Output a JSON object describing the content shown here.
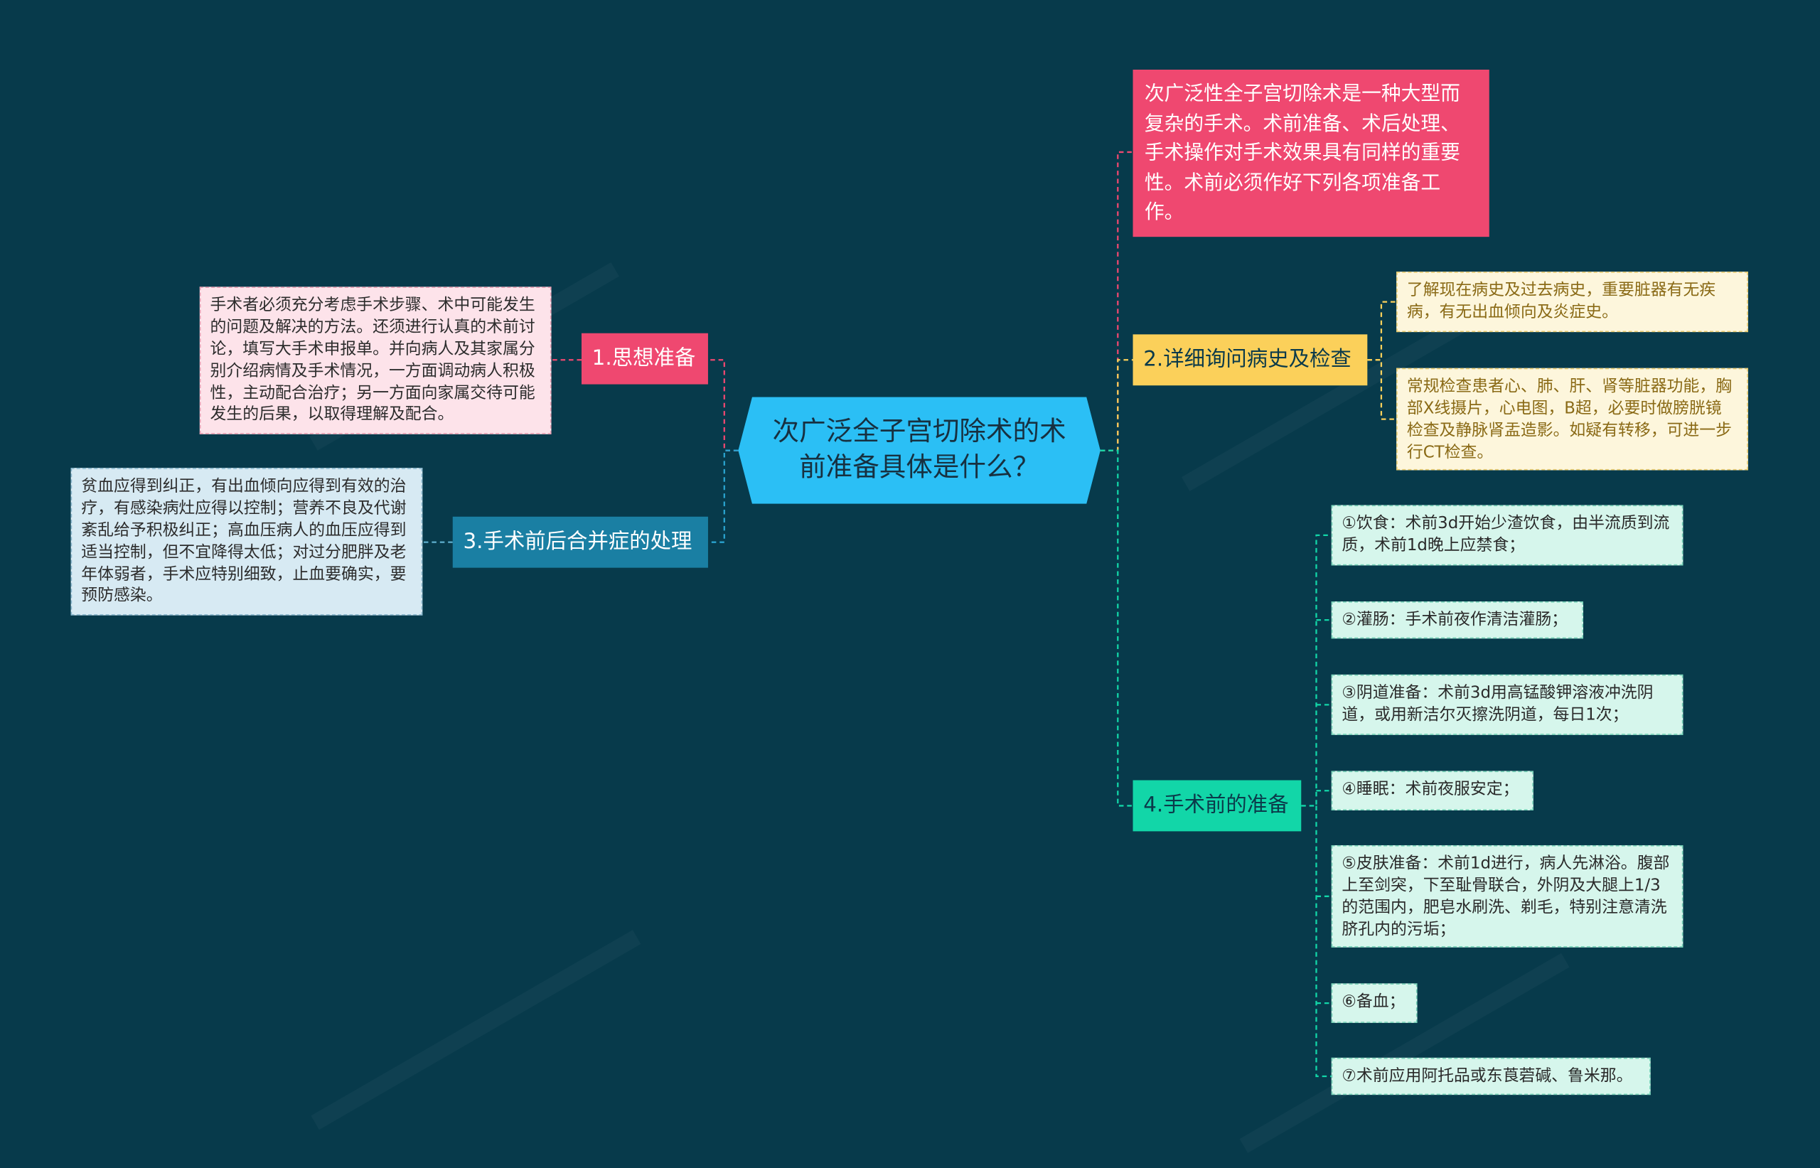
{
  "mindmap": {
    "center": "次广泛全子宫切除术的术前准备具体是什么？",
    "intro": "次广泛性全子宫切除术是一种大型而复杂的手术。术前准备、术后处理、手术操作对手术效果具有同样的重要性。术前必须作好下列各项准备工作。",
    "branch1": {
      "label": "1.思想准备",
      "leaf": "手术者必须充分考虑手术步骤、术中可能发生的问题及解决的方法。还须进行认真的术前讨论，填写大手术申报单。并向病人及其家属分别介绍病情及手术情况，一方面调动病人积极性，主动配合治疗；另一方面向家属交待可能发生的后果，以取得理解及配合。"
    },
    "branch2": {
      "label": "2.详细询问病史及检查",
      "leaves": [
        "了解现在病史及过去病史，重要脏器有无疾病，有无出血倾向及炎症史。",
        "常规检查患者心、肺、肝、肾等脏器功能，胸部X线摄片，心电图，B超，必要时做膀胱镜检查及静脉肾盂造影。如疑有转移，可进一步行CT检查。"
      ]
    },
    "branch3": {
      "label": "3.手术前后合并症的处理",
      "leaf": "贫血应得到纠正，有出血倾向应得到有效的治疗，有感染病灶应得以控制；营养不良及代谢紊乱给予积极纠正；高血压病人的血压应得到适当控制，但不宜降得太低；对过分肥胖及老年体弱者，手术应特别细致，止血要确实，要预防感染。"
    },
    "branch4": {
      "label": "4.手术前的准备",
      "leaves": [
        "①饮食：术前3d开始少渣饮食，由半流质到流质，术前1d晚上应禁食；",
        "②灌肠：手术前夜作清洁灌肠；",
        "③阴道准备：术前3d用高锰酸钾溶液冲洗阴道，或用新洁尔灭擦洗阴道，每日1次；",
        "④睡眠：术前夜服安定；",
        "⑤皮肤准备：术前1d进行，病人先淋浴。腹部上至剑突，下至耻骨联合，外阴及大腿上1/3的范围内，肥皂水刷洗、剃毛，特别注意清洗脐孔内的污垢；",
        "⑥备血；",
        "⑦术前应用阿托品或东莨菪碱、鲁米那。"
      ]
    }
  },
  "colors": {
    "background": "#073a4b",
    "center": "#2bbff5",
    "pink": "#ef4870",
    "blue": "#1a7fa3",
    "yellow": "#fbd05a",
    "teal": "#12d6a8"
  }
}
